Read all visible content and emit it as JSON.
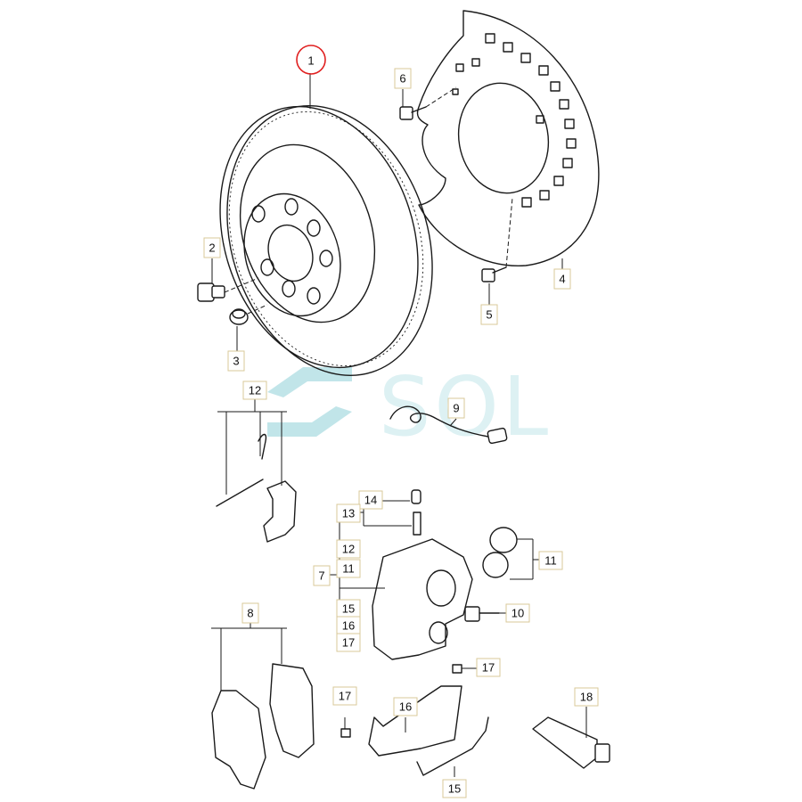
{
  "callouts": {
    "c1": "1",
    "c2": "2",
    "c3": "3",
    "c4": "4",
    "c5": "5",
    "c6": "6",
    "c7": "7",
    "c8": "8",
    "c9": "9",
    "c10": "10",
    "c11": "11",
    "c12": "12",
    "c13": "13",
    "c14": "14",
    "c12b": "12",
    "c11b": "11",
    "c15": "15",
    "c16": "16",
    "c17": "17",
    "c17b": "17",
    "c17c": "17",
    "c16b": "16",
    "c15b": "15",
    "c18": "18"
  },
  "watermark": {
    "text": "SOL"
  },
  "colors": {
    "highlight": "#e02020",
    "label_border": "#d9c99a",
    "watermark": "#8fd0d8"
  }
}
